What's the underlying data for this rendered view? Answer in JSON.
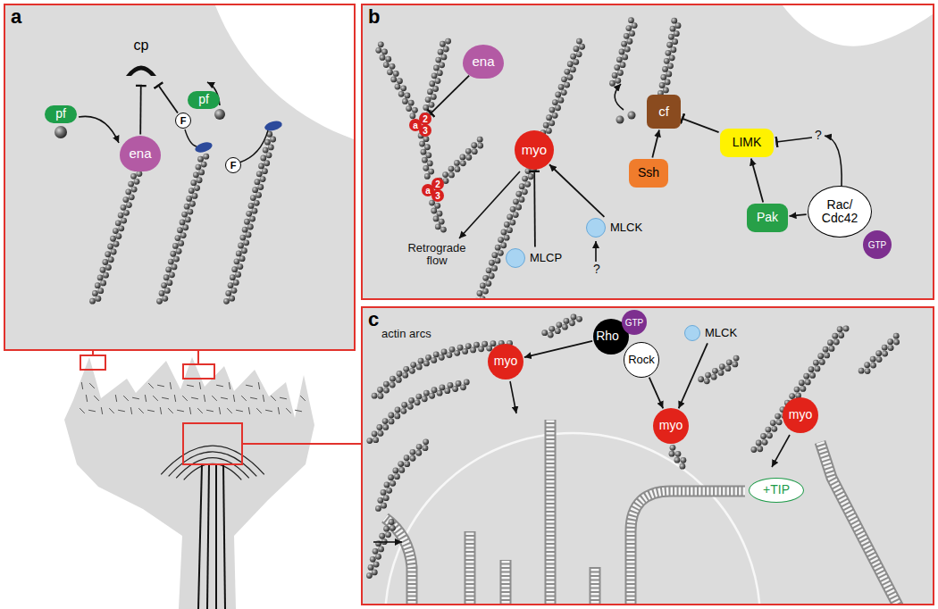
{
  "diagram": {
    "nodes": [
      {
        "text": [
          "a"
        ]
      },
      {
        "text": [
          "cp"
        ],
        "in": 0
      },
      {
        "text": [
          "pf"
        ],
        "in": 0
      },
      {
        "text": [
          "ena"
        ],
        "in": 0
      },
      {
        "text": [
          "pf"
        ],
        "in": 0
      },
      {
        "text": [
          "F"
        ],
        "in": 0
      },
      {
        "text": [
          "F"
        ],
        "in": 0
      },
      {
        "text": [
          "b"
        ]
      },
      {
        "text": [
          "a"
        ],
        "in": 7
      },
      {
        "text": [
          "2"
        ],
        "in": 7
      },
      {
        "text": [
          "3"
        ],
        "in": 7
      },
      {
        "text": [
          "a"
        ],
        "in": 7
      },
      {
        "text": [
          "2"
        ],
        "in": 7
      },
      {
        "text": [
          "3"
        ],
        "in": 7
      },
      {
        "text": [
          "ena"
        ],
        "in": 7
      },
      {
        "text": [
          "cf"
        ],
        "in": 7
      },
      {
        "text": [
          "myo"
        ],
        "in": 7
      },
      {
        "text": [
          "Ssh"
        ],
        "in": 7
      },
      {
        "text": [
          "LIMK"
        ],
        "in": 7
      },
      {
        "text": [
          "MLCK"
        ],
        "in": 7
      },
      {
        "text": [
          "MLCP"
        ],
        "in": 7
      },
      {
        "text": [
          "Pak"
        ],
        "in": 7
      },
      {
        "text": [
          "Rac/ Cdc42"
        ],
        "in": 7
      },
      {
        "text": [
          "GTP"
        ],
        "in": 7
      },
      {
        "text": [
          "c"
        ]
      },
      {
        "text": [
          "Rho"
        ],
        "in": 24
      },
      {
        "text": [
          "GTP"
        ],
        "in": 24
      },
      {
        "text": [
          "Rock"
        ],
        "in": 24
      },
      {
        "text": [
          "MLCK"
        ],
        "in": 24
      },
      {
        "text": [
          "myo"
        ],
        "in": 24
      },
      {
        "text": [
          "myo"
        ],
        "in": 24
      },
      {
        "text": [
          "myo"
        ],
        "in": 24
      },
      {
        "text": [
          "+TIP"
        ],
        "in": 24
      }
    ],
    "edges": [
      {
        "from": 3,
        "to": 1,
        "arrow": "to"
      },
      {
        "from": 5,
        "to": 1,
        "arrow": "to"
      },
      {
        "from": 14,
        "to": 9,
        "arrow": "to"
      },
      {
        "from": 17,
        "to": 15,
        "arrow": "to"
      },
      {
        "from": 18,
        "to": 15,
        "arrow": "to"
      },
      {
        "from": 21,
        "to": 18,
        "arrow": "to"
      },
      {
        "from": 22,
        "to": 21,
        "arrow": "to"
      },
      {
        "from": 19,
        "to": 16,
        "arrow": "to"
      },
      {
        "from": 20,
        "to": 16,
        "arrow": "to"
      },
      {
        "from": 25,
        "to": 29,
        "arrow": "to"
      },
      {
        "from": 27,
        "to": 30,
        "arrow": "to"
      },
      {
        "from": 28,
        "to": 30,
        "arrow": "to"
      }
    ],
    "labels": [
      "Retrograde flow",
      "?",
      "?",
      "actin arcs"
    ]
  }
}
